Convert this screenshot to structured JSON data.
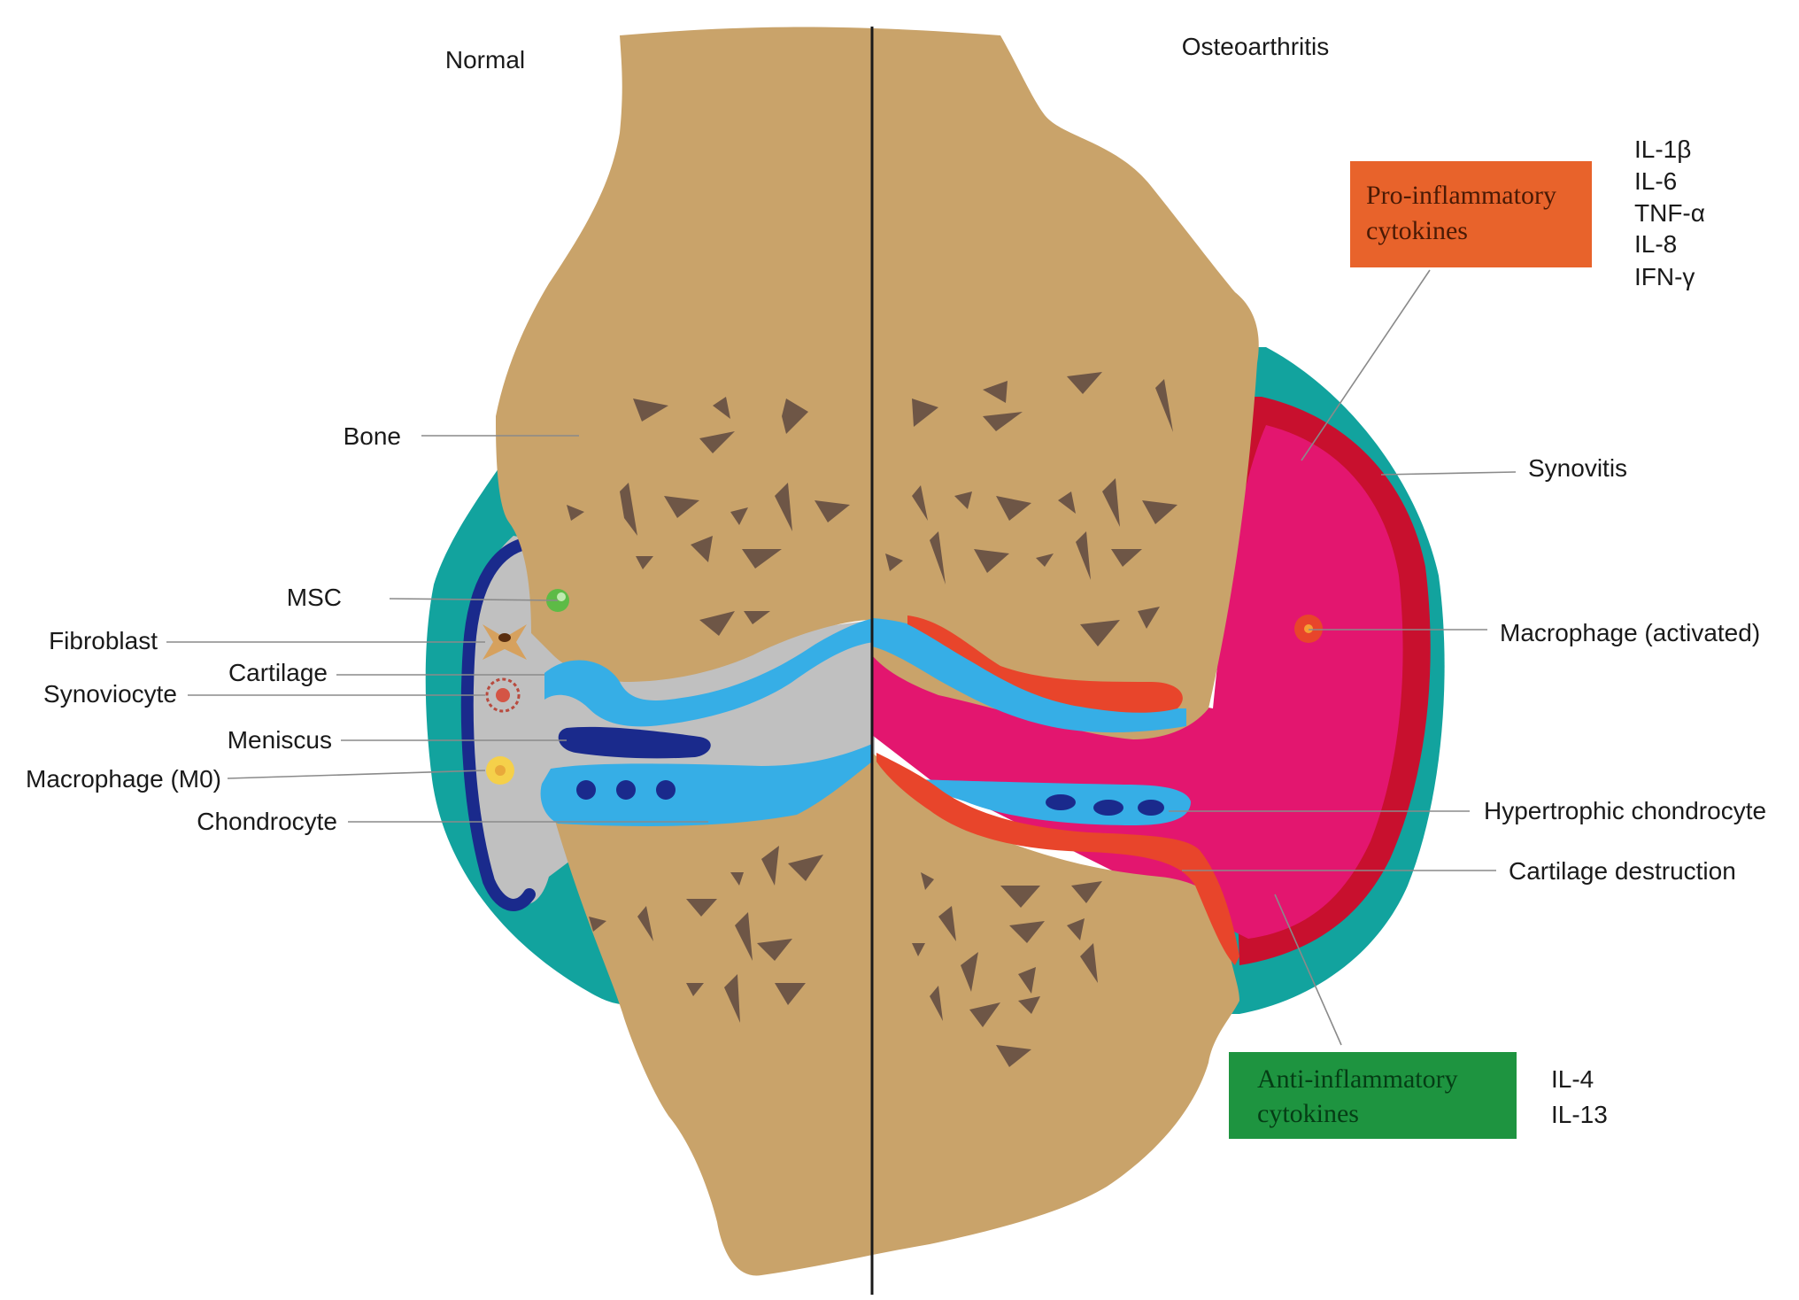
{
  "headers": {
    "normal": "Normal",
    "oa": "Osteoarthritis"
  },
  "labels": {
    "bone": "Bone",
    "msc": "MSC",
    "fibroblast": "Fibroblast",
    "cartilage": "Cartilage",
    "synoviocyte": "Synoviocyte",
    "meniscus": "Meniscus",
    "macrophage_m0": "Macrophage (M0)",
    "chondrocyte": "Chondrocyte",
    "synovitis": "Synovitis",
    "macrophage_activated": "Macrophage (activated)",
    "hypertrophic_chondrocyte": "Hypertrophic chondrocyte",
    "cartilage_destruction": "Cartilage destruction"
  },
  "pro_box": {
    "line1": "Pro-inflammatory",
    "line2": "cytokines",
    "color": "#E8632B"
  },
  "pro_list": [
    "IL-1β",
    "IL-6",
    "TNF-α",
    "IL-8",
    "IFN-γ"
  ],
  "anti_box": {
    "line1": "Anti-inflammatory",
    "line2": "cytokines",
    "color": "#1E9440"
  },
  "anti_list": [
    "IL-4",
    "IL-13"
  ],
  "colors": {
    "bone": "#C9A36A",
    "capsule": "#12A39E",
    "synovial_fluid": "#C0C0C0",
    "cartilage": "#36AEE6",
    "meniscus": "#1A2A8C",
    "inflamed": "#E3166F",
    "synovitis_red": "#C8102E",
    "destruction": "#E8452B",
    "pits": "#6E5646"
  }
}
